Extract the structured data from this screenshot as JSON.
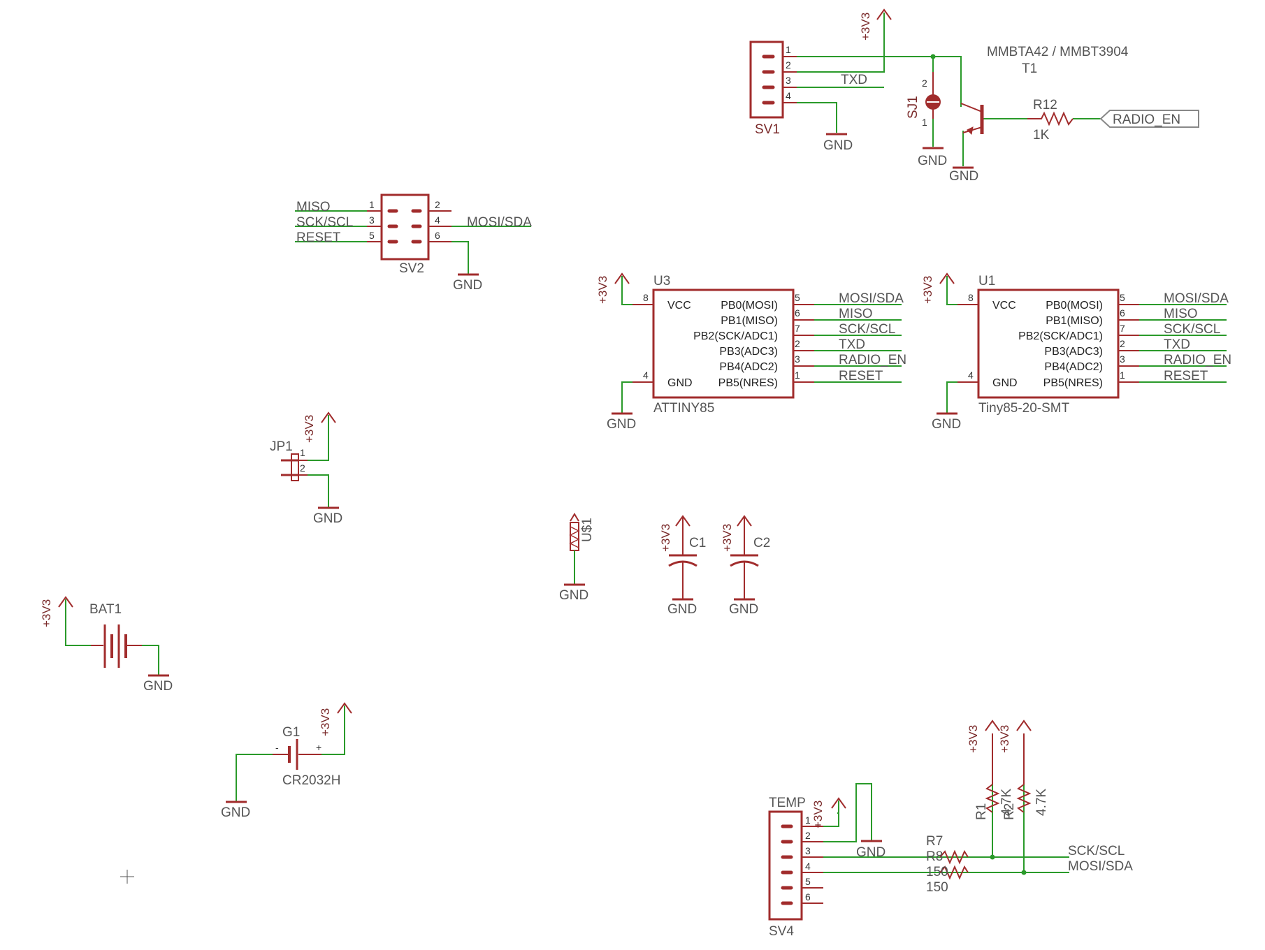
{
  "colors": {
    "wire": "#2a9a2a",
    "part": "#a12c2c",
    "text": "#555555",
    "label": "#7a2a2a"
  },
  "power": {
    "v33": "+3V3",
    "gnd": "GND"
  },
  "sv1": {
    "name": "SV1",
    "pins": [
      "1",
      "2",
      "3",
      "4"
    ],
    "txd": "TXD"
  },
  "t1": {
    "part": "MMBTA42 / MMBT3904",
    "name": "T1"
  },
  "sj1": {
    "name": "SJ1",
    "pin1": "1",
    "pin2": "2"
  },
  "r12": {
    "name": "R12",
    "value": "1K"
  },
  "radio_en": "RADIO_EN",
  "sv2": {
    "name": "SV2",
    "left_nets": [
      "MISO",
      "SCK/SCL",
      "RESET"
    ],
    "right_net": "MOSI/SDA",
    "left_pins": [
      "1",
      "3",
      "5"
    ],
    "right_pins": [
      "2",
      "4",
      "6"
    ]
  },
  "u3": {
    "name": "U3",
    "part": "ATTINY85",
    "vcc": "VCC",
    "gnd": "GND",
    "vcc_pin": "8",
    "gnd_pin": "4",
    "pins": [
      "PB0(MOSI)",
      "PB1(MISO)",
      "PB2(SCK/ADC1)",
      "PB3(ADC3)",
      "PB4(ADC2)",
      "PB5(NRES)"
    ],
    "pin_nums": [
      "5",
      "6",
      "7",
      "2",
      "3",
      "1"
    ],
    "nets": [
      "MOSI/SDA",
      "MISO",
      "SCK/SCL",
      "TXD",
      "RADIO_EN",
      "RESET"
    ]
  },
  "u1": {
    "name": "U1",
    "part": "Tiny85-20-SMT",
    "vcc": "VCC",
    "gnd": "GND",
    "vcc_pin": "8",
    "gnd_pin": "4",
    "pins": [
      "PB0(MOSI)",
      "PB1(MISO)",
      "PB2(SCK/ADC1)",
      "PB3(ADC3)",
      "PB4(ADC2)",
      "PB5(NRES)"
    ],
    "pin_nums": [
      "5",
      "6",
      "7",
      "2",
      "3",
      "1"
    ],
    "nets": [
      "MOSI/SDA",
      "MISO",
      "SCK/SCL",
      "TXD",
      "RADIO_EN",
      "RESET"
    ]
  },
  "jp1": {
    "name": "JP1",
    "pin1": "1",
    "pin2": "2"
  },
  "us1": {
    "name": "U$1"
  },
  "c1": {
    "name": "C1"
  },
  "c2": {
    "name": "C2"
  },
  "bat1": {
    "name": "BAT1"
  },
  "g1": {
    "name": "G1",
    "part": "CR2032H",
    "minus": "-",
    "plus": "+"
  },
  "sv4": {
    "name": "SV4",
    "label": "TEMP",
    "pins": [
      "1",
      "2",
      "3",
      "4",
      "5",
      "6"
    ]
  },
  "r1": {
    "name": "R1",
    "value": "4.7K"
  },
  "r2": {
    "name": "R2",
    "value": "4.7K"
  },
  "r7": {
    "name": "R7",
    "value": "150"
  },
  "r8": {
    "name": "R8",
    "value": "150"
  },
  "sv4_nets": [
    "SCK/SCL",
    "MOSI/SDA"
  ]
}
